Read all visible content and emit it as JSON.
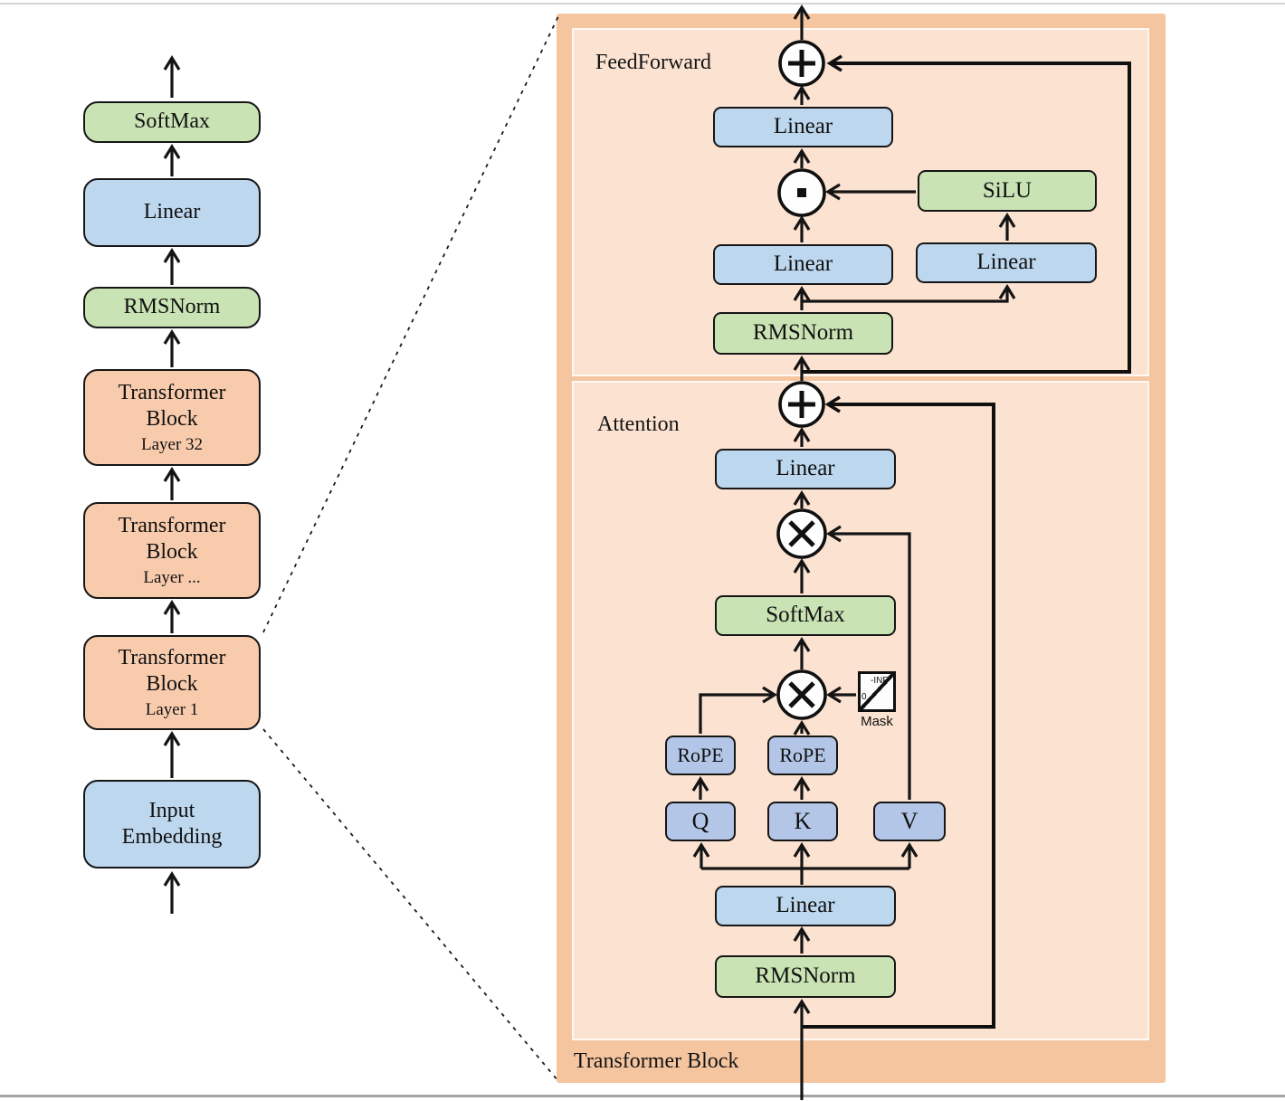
{
  "colors": {
    "green": "#c9e3b4",
    "blue": "#bdd7ee",
    "periwinkle": "#b3c6e7",
    "orange": "#f8cbad",
    "panel_outer": "#f5c5a0",
    "panel_inner": "#fbe2d1",
    "line": "#141414"
  },
  "left_column": {
    "blocks": {
      "softmax": {
        "label": "SoftMax"
      },
      "linear": {
        "label": "Linear"
      },
      "rmsnorm": {
        "label": "RMSNorm"
      },
      "tb32": {
        "line1": "Transformer",
        "line2": "Block",
        "sub": "Layer 32"
      },
      "tbmid": {
        "line1": "Transformer",
        "line2": "Block",
        "sub": "Layer ..."
      },
      "tb1": {
        "line1": "Transformer",
        "line2": "Block",
        "sub": "Layer 1"
      },
      "input_embedding": {
        "line1": "Input",
        "line2": "Embedding"
      }
    }
  },
  "right_panel": {
    "title": "Transformer Block",
    "feedforward": {
      "title": "FeedForward",
      "linear_out": "Linear",
      "silu": "SiLU",
      "linear_gate": "Linear",
      "linear_up": "Linear",
      "rmsnorm": "RMSNorm"
    },
    "attention": {
      "title": "Attention",
      "linear_out": "Linear",
      "softmax": "SoftMax",
      "rope_q": "RoPE",
      "rope_k": "RoPE",
      "q": "Q",
      "k": "K",
      "v": "V",
      "linear_in": "Linear",
      "rmsnorm": "RMSNorm",
      "mask": {
        "label": "Mask",
        "upper": "-INF",
        "lower": "0"
      }
    }
  }
}
